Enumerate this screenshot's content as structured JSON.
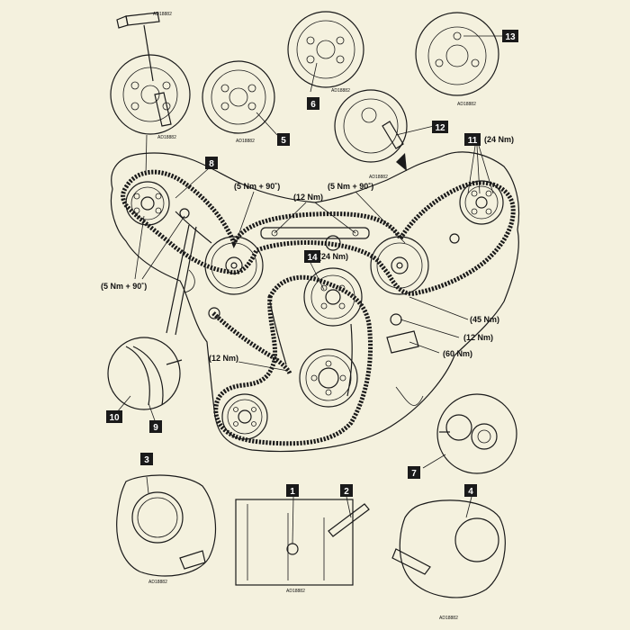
{
  "colors": {
    "background": "#f4f1de",
    "ink": "#1a1a1a",
    "callout_box": "#1a1a1a",
    "callout_text": "#ffffff"
  },
  "callouts": [
    {
      "id": "c1",
      "num": "1"
    },
    {
      "id": "c2",
      "num": "2"
    },
    {
      "id": "c3",
      "num": "3"
    },
    {
      "id": "c4",
      "num": "4"
    },
    {
      "id": "c5",
      "num": "5"
    },
    {
      "id": "c6",
      "num": "6"
    },
    {
      "id": "c7",
      "num": "7"
    },
    {
      "id": "c8",
      "num": "8"
    },
    {
      "id": "c9",
      "num": "9"
    },
    {
      "id": "c10",
      "num": "10"
    },
    {
      "id": "c11",
      "num": "11"
    },
    {
      "id": "c12",
      "num": "12"
    },
    {
      "id": "c13",
      "num": "13"
    },
    {
      "id": "c14",
      "num": "14"
    }
  ],
  "torque_labels": {
    "t_24_top": "(24 Nm)",
    "t_5nm90_center": "(5 Nm + 90˚)",
    "t_12_top": "(12 Nm)",
    "t_5nm90_right": "(5 Nm + 90˚)",
    "t_24_mid": "(24 Nm)",
    "t_5nm90_left": "(5 Nm + 90˚)",
    "t_45": "(45 Nm)",
    "t_12_right": "(12 Nm)",
    "t_60": "(60 Nm)",
    "t_12_left": "(12 Nm)"
  },
  "part_codes": {
    "code_top_tool": "AD18882",
    "code_detail_a": "AD18882",
    "code_detail_5": "AD18882",
    "code_detail_6": "AD18882",
    "code_detail_12": "AD18882",
    "code_detail_13": "AD18882",
    "code_cover_3": "AD18882",
    "code_bottom_mid": "AD18882",
    "code_cover_4": "AD18882"
  }
}
